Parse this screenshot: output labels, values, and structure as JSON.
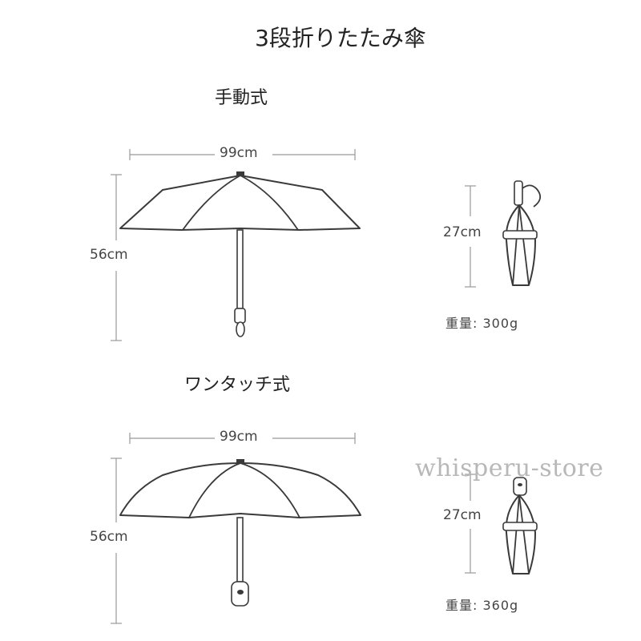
{
  "title": "3段折りたたみ傘",
  "watermark": "whisperu-store",
  "manual": {
    "label": "手動式",
    "width_label": "99cm",
    "height_label": "56cm",
    "folded_label": "27cm",
    "weight_label": "重量:  300g"
  },
  "auto": {
    "label": "ワンタッチ式",
    "width_label": "99cm",
    "height_label": "56cm",
    "folded_label": "27cm",
    "weight_label": "重量:  360g"
  }
}
